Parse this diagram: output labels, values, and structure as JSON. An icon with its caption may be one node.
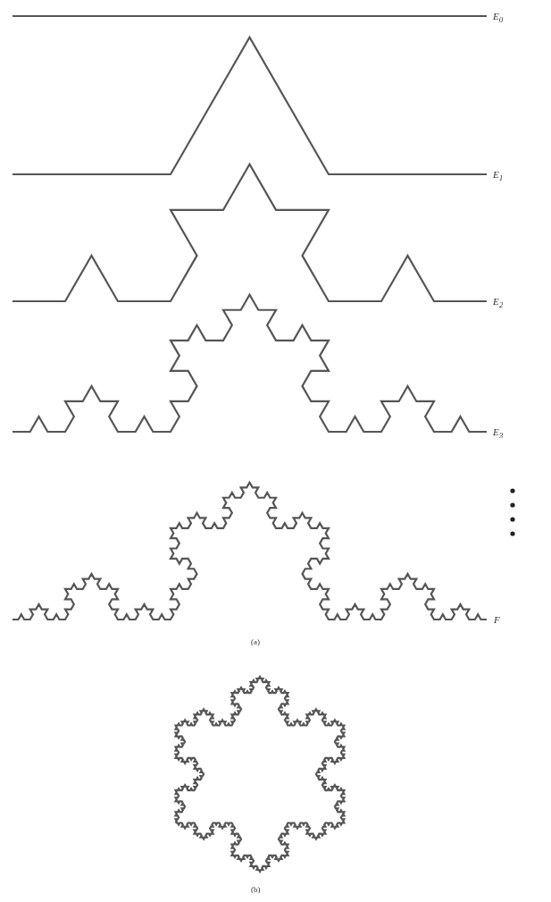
{
  "diagram": {
    "labels": [
      "E$_{0}$",
      "E$_{1}$",
      "E$_{2}$",
      "E$_{3}$",
      "F",
      "(a)",
      "(b)"
    ]
  }
}
